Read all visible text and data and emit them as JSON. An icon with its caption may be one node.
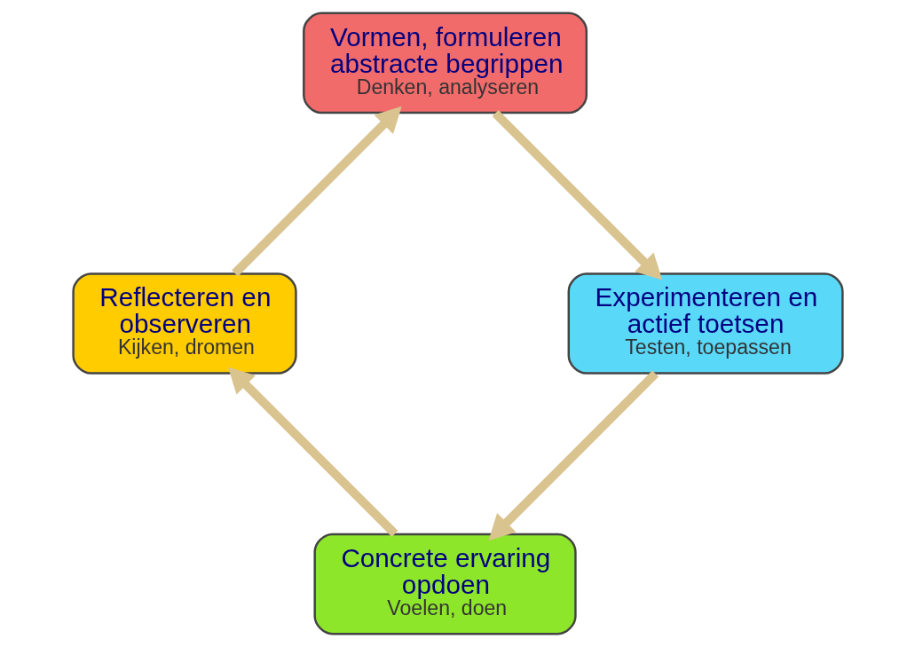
{
  "diagram": {
    "nodes": [
      {
        "text": [
          "Concrete ervaring opdoen",
          "Voelen, doen"
        ]
      },
      {
        "text": [
          "Reflecteren en observeren",
          "Kijken, dromen"
        ]
      },
      {
        "text": [
          "Vormen, formuleren abstracte begrippen",
          "Denken, analyseren"
        ]
      },
      {
        "text": [
          "Experimenteren en actief toetsen",
          "Testen, toepassen"
        ]
      }
    ],
    "edges": [
      {
        "from": 0,
        "to": 1,
        "arrow": "to"
      },
      {
        "from": 1,
        "to": 2,
        "arrow": "to"
      },
      {
        "from": 2,
        "to": 3,
        "arrow": "to"
      },
      {
        "from": 3,
        "to": 0,
        "arrow": "to"
      }
    ]
  }
}
